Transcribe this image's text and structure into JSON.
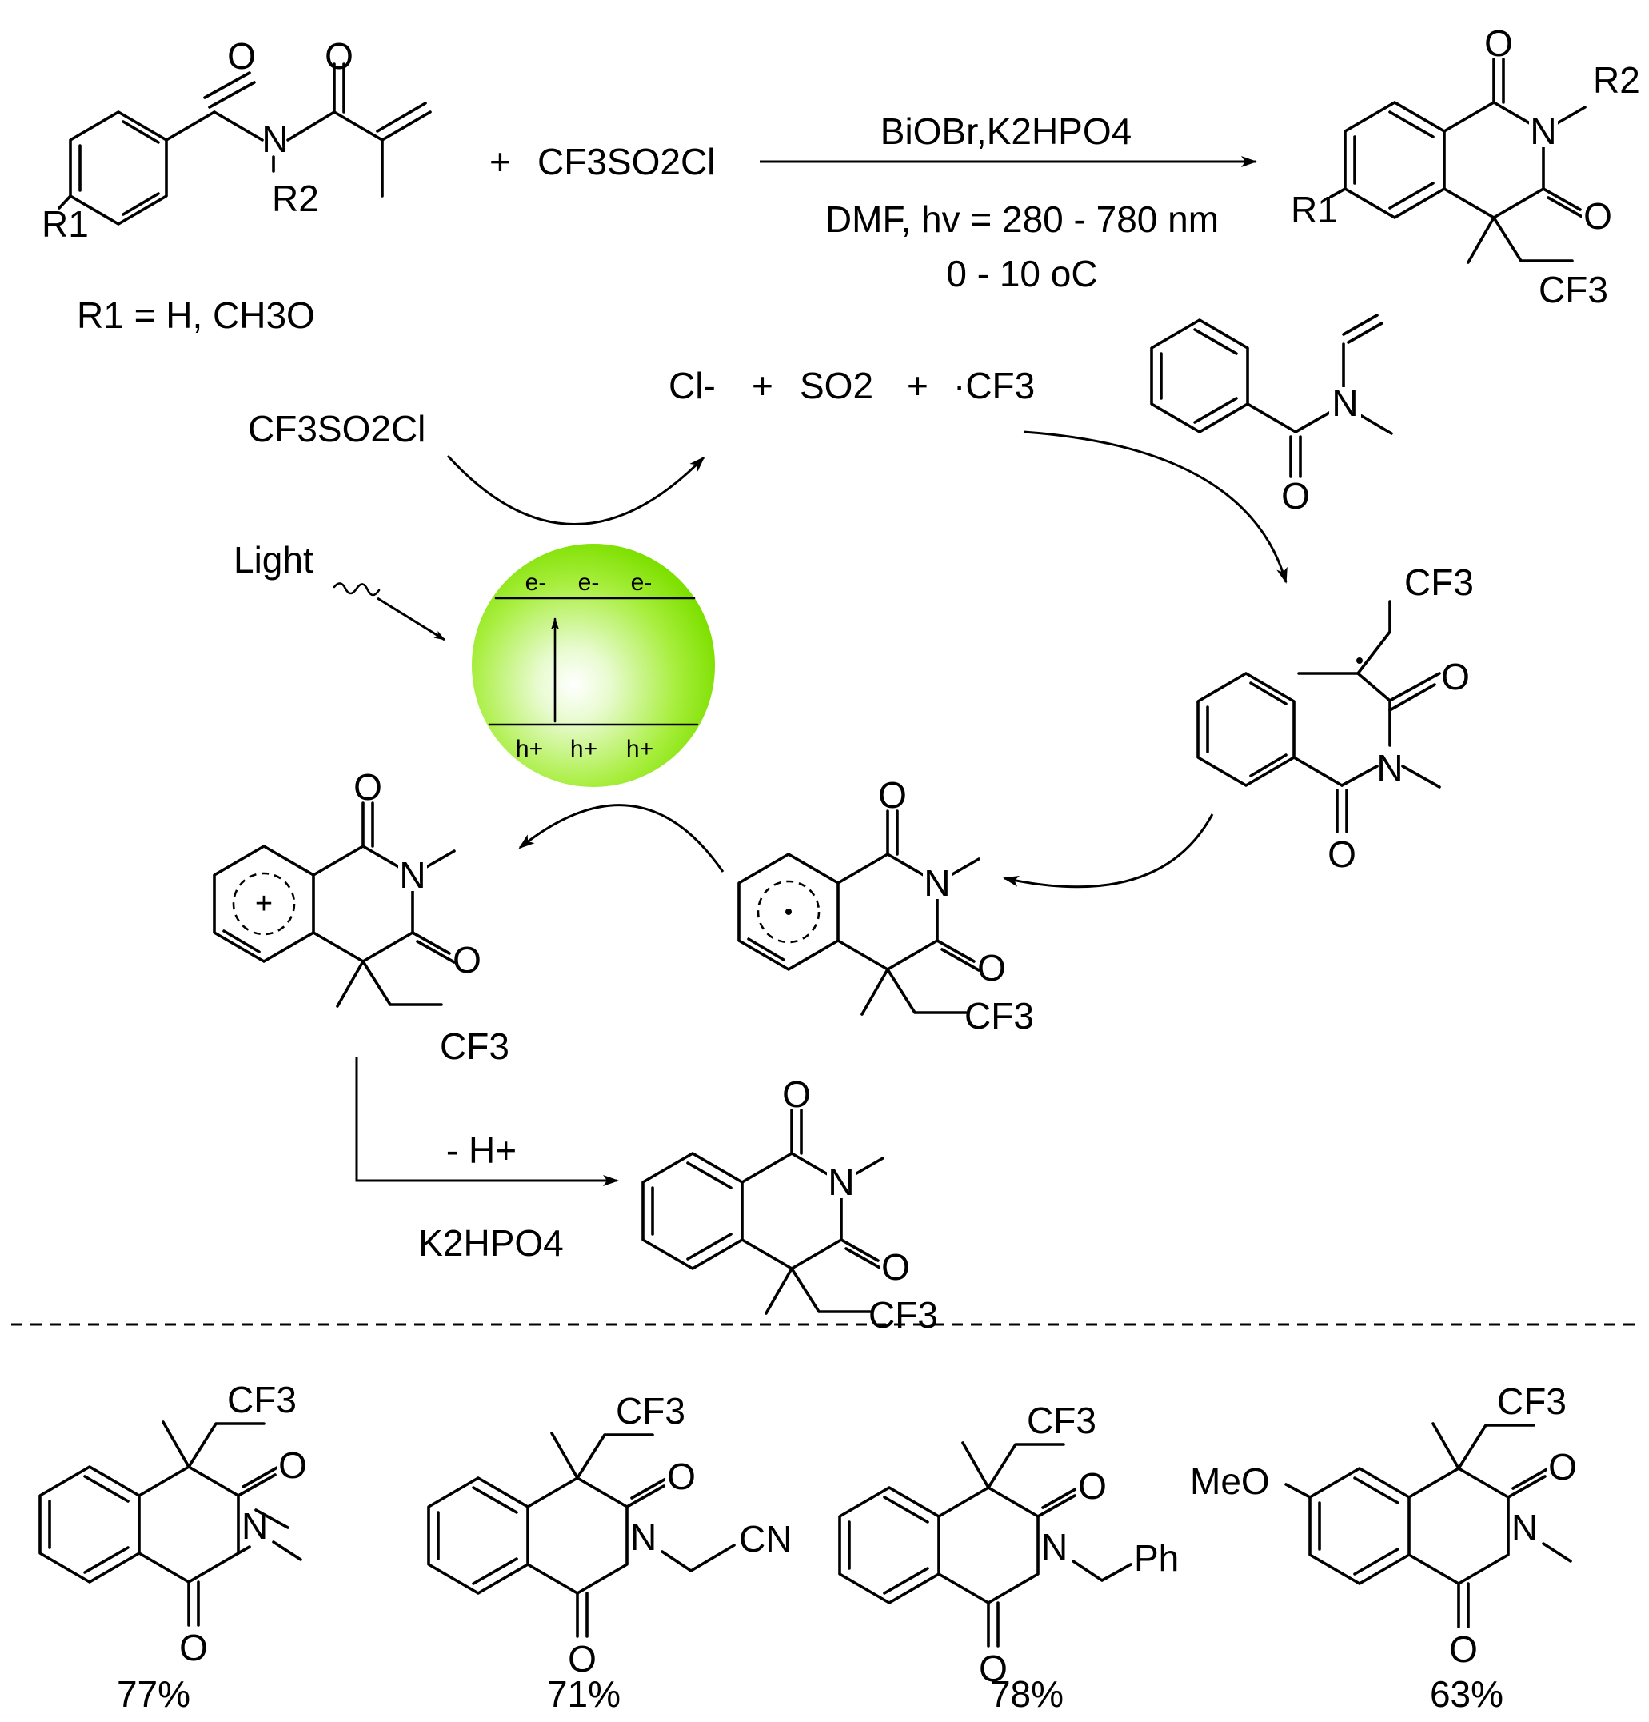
{
  "reaction": {
    "reagent": "CF3SO2Cl",
    "plus": "+",
    "conditions": {
      "catalyst_base": "BiOBr,K2HPO4",
      "solvent_light": "DMF, hv = 280 - 780 nm",
      "temperature": "0 - 10 oC"
    },
    "r1_definition": "R1 = H, CH3O",
    "substituents": {
      "r1": "R1",
      "r2": "R2"
    }
  },
  "mechanism": {
    "light_label": "Light",
    "reagent_in": "CF3SO2Cl",
    "products": [
      "Cl-",
      "SO2",
      "·CF3"
    ],
    "catalyst": {
      "electrons": [
        "e-",
        "e-",
        "e-"
      ],
      "holes": [
        "h+",
        "h+",
        "h+"
      ]
    },
    "deprotonation": {
      "top": "- H+",
      "bottom": "K2HPO4"
    }
  },
  "atoms": {
    "N": "N",
    "O": "O",
    "CF3": "CF3",
    "CN": "CN",
    "Ph": "Ph",
    "MeO": "MeO"
  },
  "scope": [
    {
      "yield": "77%",
      "r2": "Me"
    },
    {
      "yield": "71%",
      "r2": "CH2CN"
    },
    {
      "yield": "78%",
      "r2": "Bn"
    },
    {
      "yield": "63%",
      "r2": "Me",
      "r1": "MeO"
    }
  ],
  "colors": {
    "catalyst_sphere": "#7ee000",
    "lines": "#000000"
  }
}
